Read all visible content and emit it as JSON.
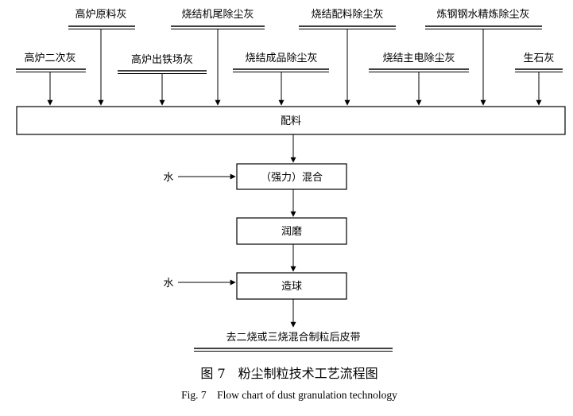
{
  "sources": [
    {
      "id": "blast-furnace-secondary-ash",
      "label": "高炉二次灰"
    },
    {
      "id": "blast-furnace-raw-material-ash",
      "label": "高炉原料灰"
    },
    {
      "id": "blast-furnace-casthouse-ash",
      "label": "高炉出铁场灰"
    },
    {
      "id": "sinter-tail-dust-ash",
      "label": "烧结机尾除尘灰"
    },
    {
      "id": "sinter-product-dust-ash",
      "label": "烧结成品除尘灰"
    },
    {
      "id": "sinter-batching-dust-ash",
      "label": "烧结配料除尘灰"
    },
    {
      "id": "sinter-main-esp-ash",
      "label": "烧结主电除尘灰"
    },
    {
      "id": "steelmaking-refining-dust-ash",
      "label": "炼钢钢水精炼除尘灰"
    },
    {
      "id": "quicklime",
      "label": "生石灰"
    }
  ],
  "steps": {
    "batching": "配料",
    "mixing": "（强力）混合",
    "wetting": "润磨",
    "pelletizing": "造球"
  },
  "inputs": {
    "water_to_mixing": "水",
    "water_to_pelletizing": "水"
  },
  "output": "去二烧或三烧混合制粒后皮带",
  "caption": {
    "cn": "图 7　粉尘制粒技术工艺流程图",
    "en": "Fig. 7　Flow chart of dust granulation technology"
  }
}
